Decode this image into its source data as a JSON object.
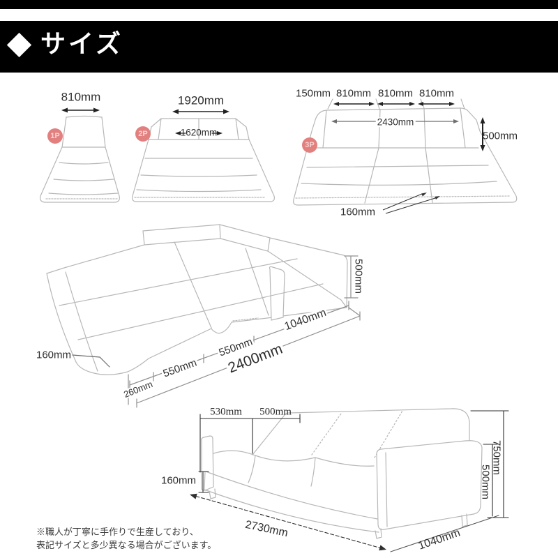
{
  "header": {
    "title": "サイズ",
    "icon": "diamond-icon"
  },
  "badges": {
    "p1": "1P",
    "p2": "2P",
    "p3": "3P"
  },
  "mattress_1p": {
    "width": "810mm"
  },
  "mattress_2p": {
    "outer_width": "1920mm",
    "inner_width": "1620mm"
  },
  "mattress_3p": {
    "left_offset": "150mm",
    "seat1": "810mm",
    "seat2": "810mm",
    "seat3": "810mm",
    "inner_width": "2430mm",
    "back_height": "500mm",
    "skirt_height": "160mm"
  },
  "sofa_bed_open": {
    "back_height": "500mm",
    "seat_depth": "1040mm",
    "skirt_height": "160mm",
    "segment_head": "260mm",
    "segment_mid1": "550mm",
    "segment_mid2": "550mm",
    "total_length": "2400mm"
  },
  "sofa_front": {
    "seat_depth": "530mm",
    "back_depth": "500mm",
    "total_height": "750mm",
    "arm_height": "500mm",
    "leg_height": "160mm",
    "total_width": "2730mm",
    "depth": "1040mm"
  },
  "footnote": {
    "line1": "※職人が丁寧に手作りで生産しており、",
    "line2": "表記サイズと多少異なる場合がございます。"
  },
  "colors": {
    "header_bg": "#000000",
    "header_fg": "#ffffff",
    "badge_bg": "#e2807f",
    "line": "#b7b7b7",
    "dim_line": "#8f8f8f",
    "arrow": "#222222",
    "text": "#2e2e2e"
  }
}
